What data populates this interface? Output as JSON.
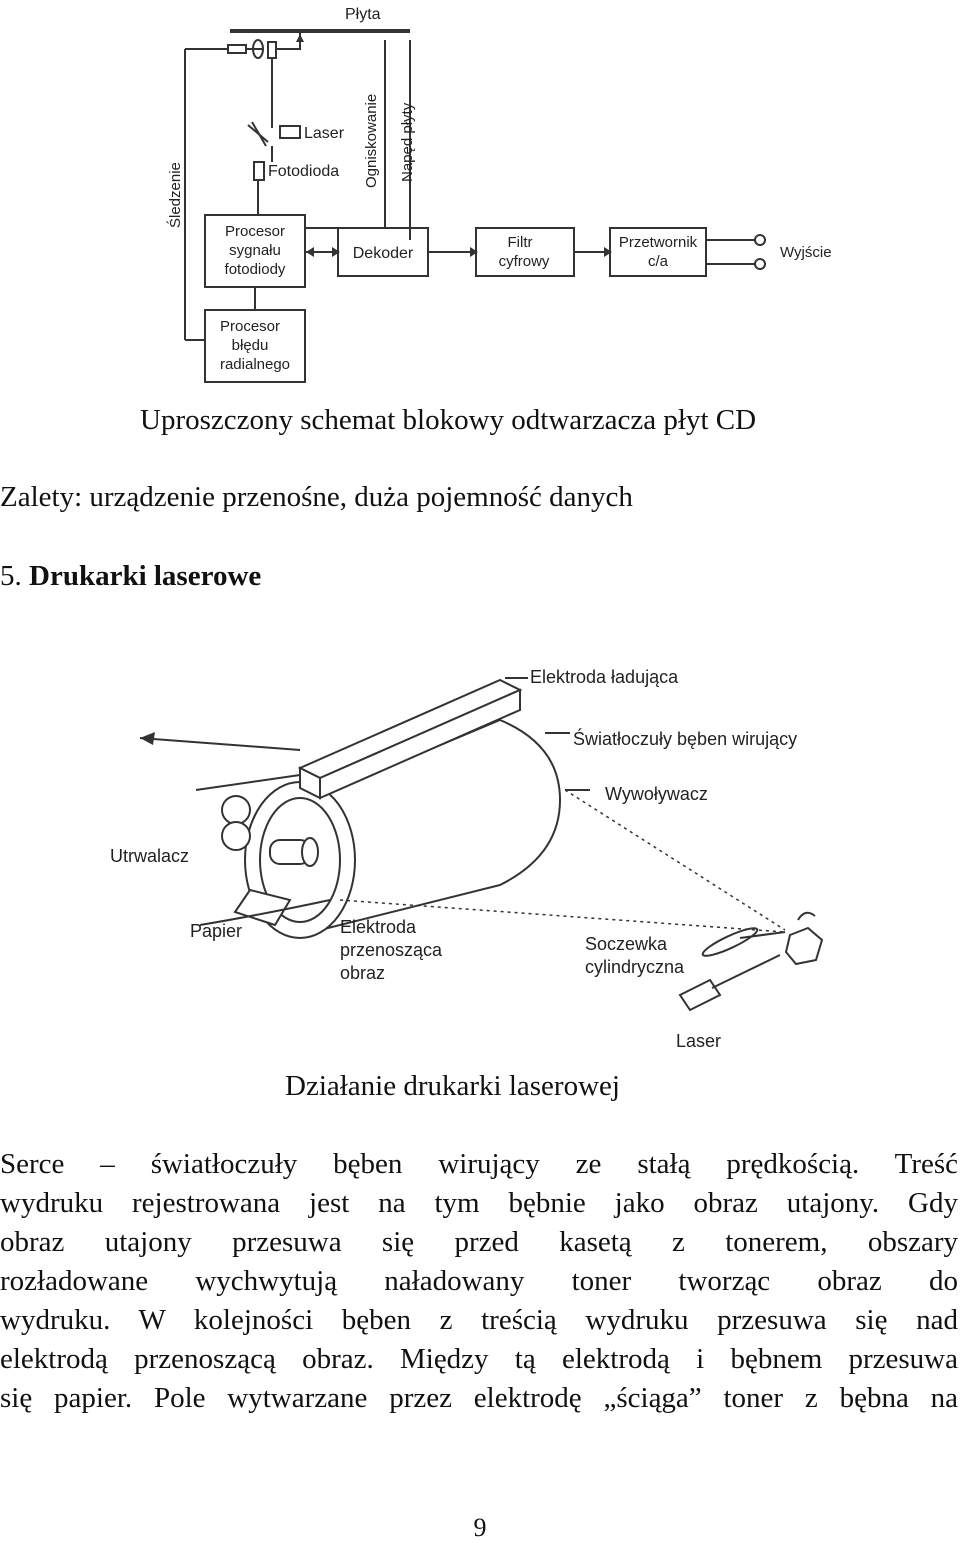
{
  "cd_diagram": {
    "plyta": "Płyta",
    "laser": "Laser",
    "fotodioda": "Fotodioda",
    "sledzenie": "Śledzenie",
    "ogniskowanie": "Ogniskowanie",
    "naped": "Napęd płyty",
    "proc_syg": [
      "Procesor",
      "sygnału",
      "fotodiody"
    ],
    "proc_bledu": [
      "Procesor",
      "błędu",
      "radialnego"
    ],
    "dekoder": "Dekoder",
    "filtr": [
      "Filtr",
      "cyfrowy"
    ],
    "przetwornik": [
      "Przetwornik",
      "c/a"
    ],
    "wyjscie": "Wyjście"
  },
  "caption1": "Uproszczony schemat blokowy odtwarzacza płyt CD",
  "zalety": "Zalety: urządzenie przenośne, duża pojemność danych",
  "section": {
    "number": "5.",
    "title": "Drukarki laserowe"
  },
  "laser_diagram": {
    "elektroda_ladujaca": "Elektroda ładująca",
    "beben": "Światłoczuły bęben wirujący",
    "wywolywacz": "Wywoływacz",
    "utrwalacz": "Utrwalacz",
    "papier": "Papier",
    "elektroda_przen": [
      "Elektroda",
      "przenosząca",
      "obraz"
    ],
    "soczewka": [
      "Soczewka",
      "cylindryczna"
    ],
    "laser": "Laser"
  },
  "caption2": "Działanie drukarki laserowej",
  "paragraph": [
    "Serce  –  światłoczuły  bęben  wirujący  ze  stałą  prędkością.  Treść",
    "wydruku rejestrowana jest na tym bębnie jako obraz utajony. Gdy",
    "obraz utajony przesuwa się przed kasetą z tonerem, obszary",
    "rozładowane wychwytują naładowany toner tworząc obraz do",
    "wydruku. W kolejności bęben z treścią wydruku przesuwa się nad",
    "elektrodą przenoszącą obraz. Między tą elektrodą i bębnem przesuwa",
    "się papier. Pole wytwarzane przez elektrodę „ściąga” toner z bębna na"
  ],
  "page_number": "9"
}
